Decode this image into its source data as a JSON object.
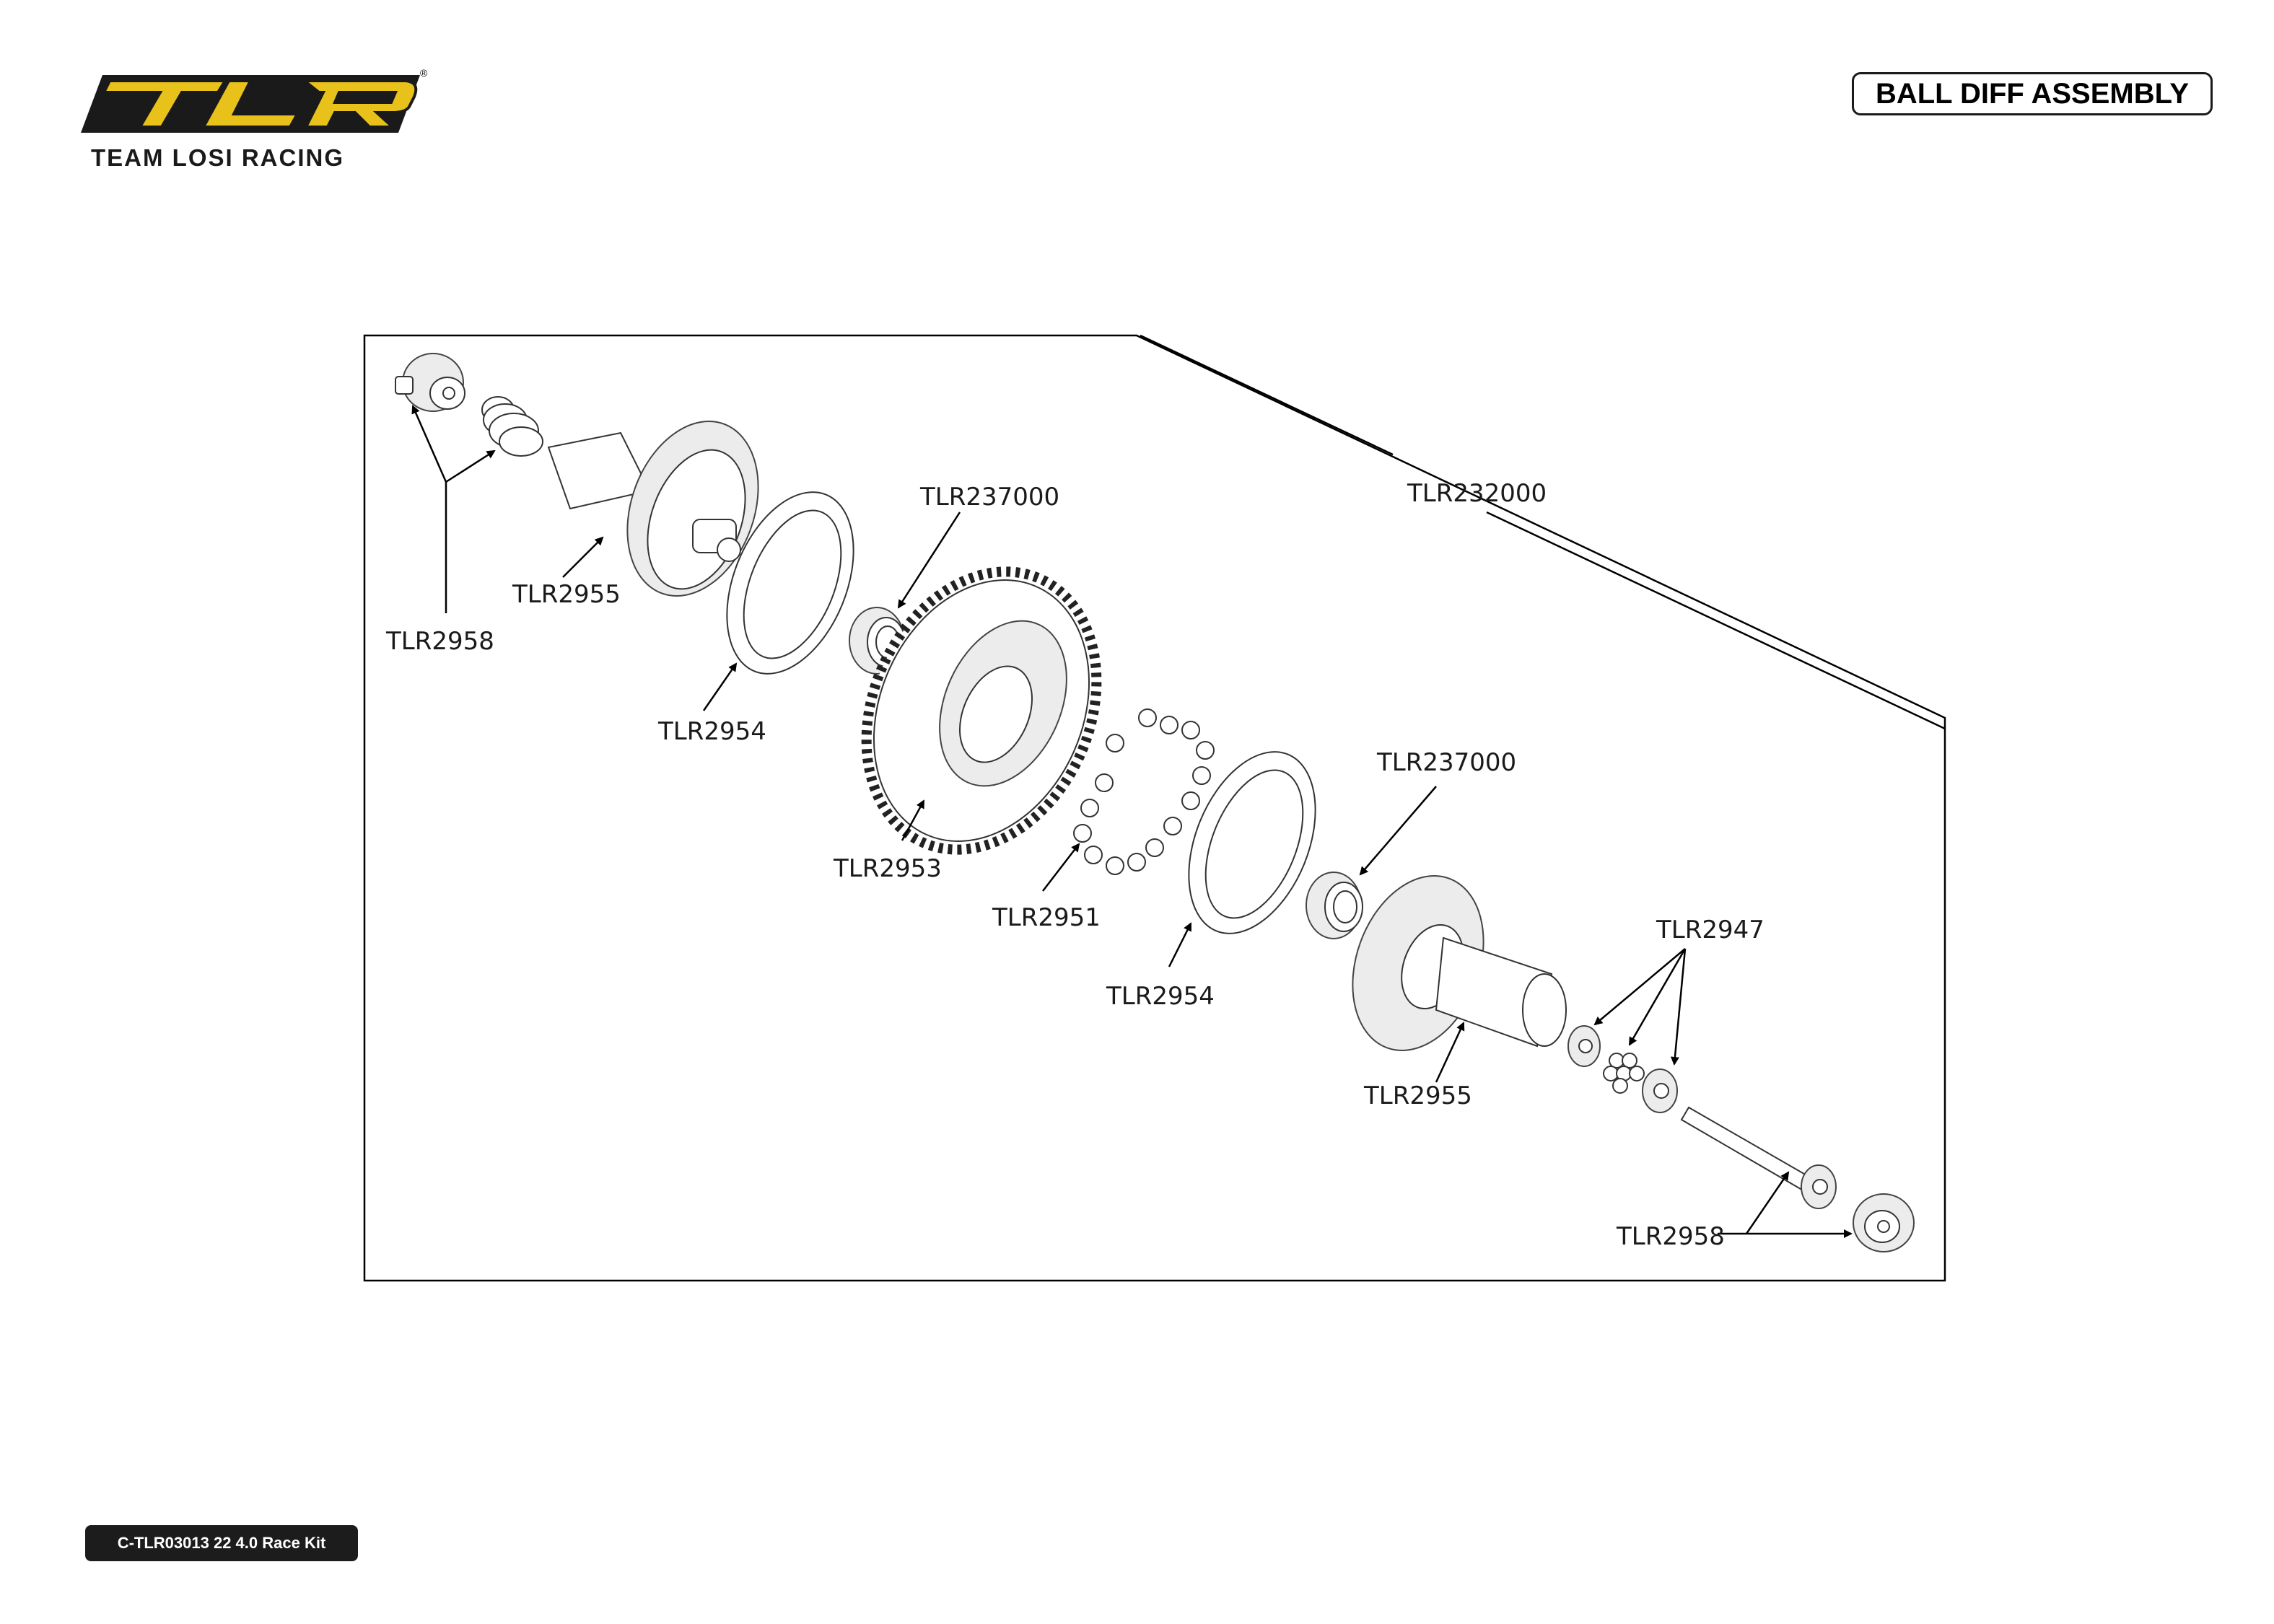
{
  "brand": {
    "logo_text": "TLR",
    "tagline": "TEAM LOSI RACING",
    "registered_mark": "®"
  },
  "header": {
    "title": "BALL DIFF ASSEMBLY"
  },
  "footer": {
    "kit_label": "C-TLR03013 22 4.0 Race Kit"
  },
  "callouts": {
    "assembly": "TLR232000",
    "bearing_top": "TLR237000",
    "bearing_bottom": "TLR237000",
    "outdrive_top": "TLR2955",
    "outdrive_bottom": "TLR2955",
    "nut_spring_top": "TLR2958",
    "screw_nut_bottom": "TLR2958",
    "diff_ring_top": "TLR2954",
    "diff_ring_bottom": "TLR2954",
    "gear": "TLR2953",
    "diff_balls": "TLR2951",
    "thrust_bearing": "TLR2947"
  },
  "colors": {
    "logo_yellow": "#e8c21a",
    "logo_dark": "#1a1a1a",
    "line": "#000000",
    "badge_bg": "#1c1c1c"
  }
}
